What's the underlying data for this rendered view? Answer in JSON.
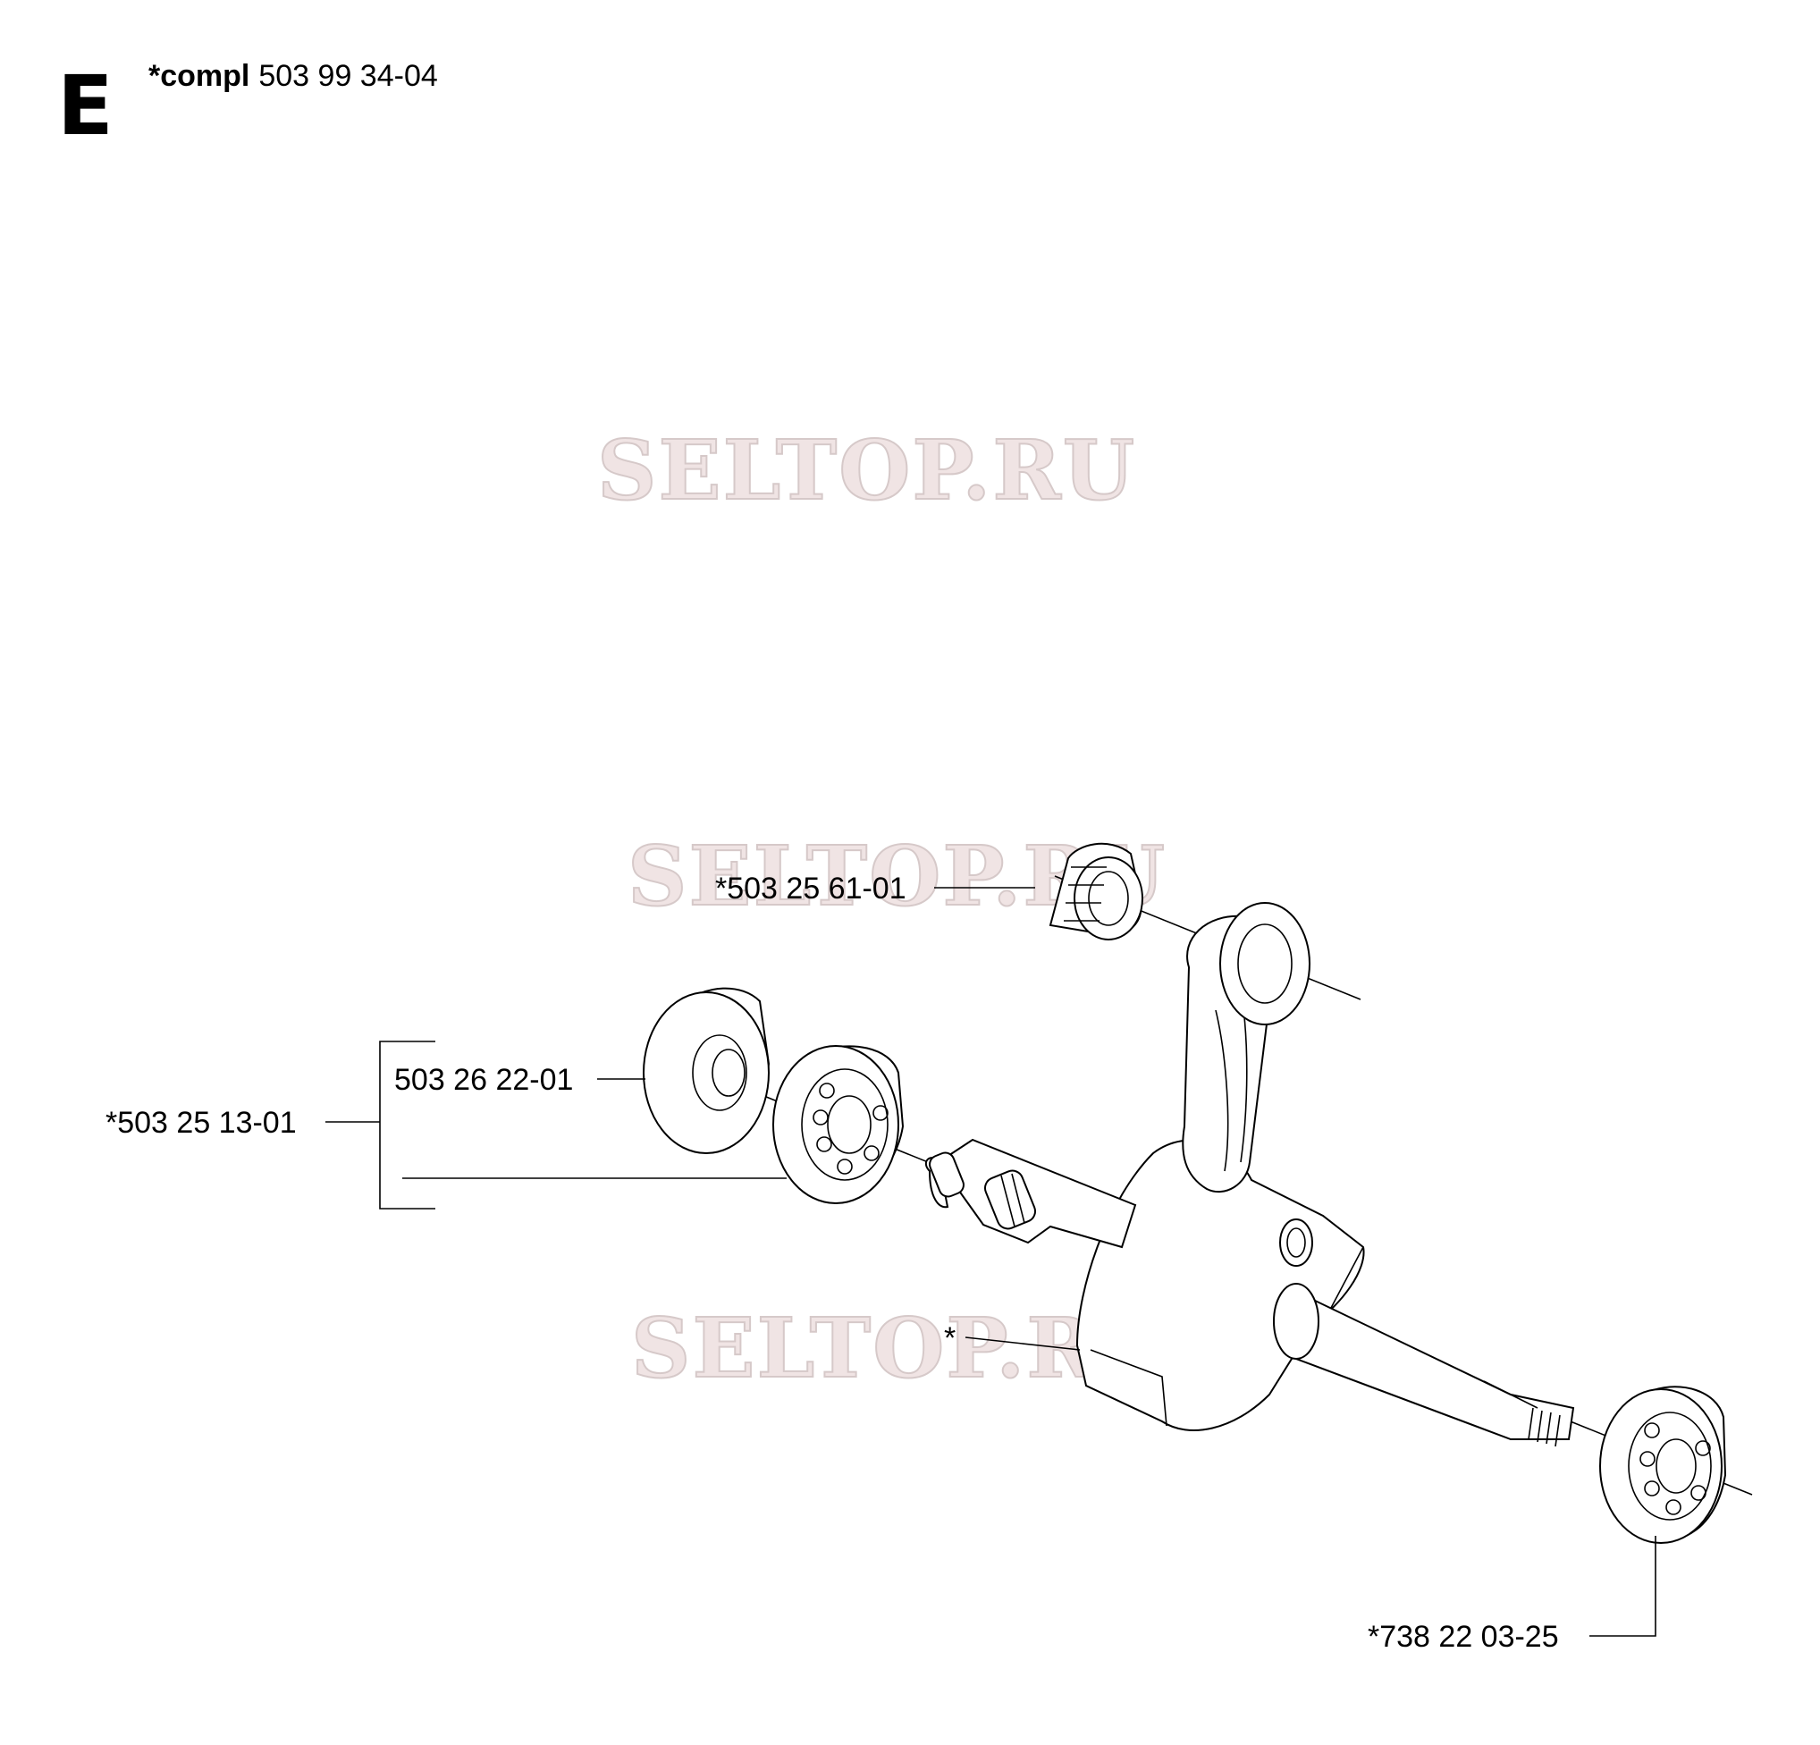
{
  "section": {
    "letter": "E",
    "compl_prefix": "*compl",
    "compl_number": "503 99 34-04"
  },
  "watermark": "SELTOP.RU",
  "parts": {
    "needle_bearing": "*503 25 61-01",
    "seal": "503 26 22-01",
    "bearing_kit": "*503 25 13-01",
    "crankshaft": "*",
    "ball_bearing": "*738 22 03-25"
  }
}
